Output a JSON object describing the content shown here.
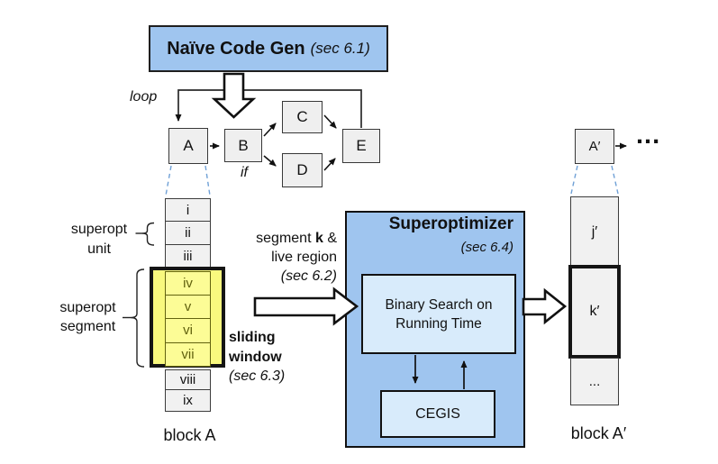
{
  "codegen": {
    "title": "Naïve Code Gen",
    "section": "(sec 6.1)"
  },
  "cfg": {
    "loop": "loop",
    "if": "if",
    "a": "A",
    "b": "B",
    "c": "C",
    "d": "D",
    "e": "E"
  },
  "block_a": {
    "label": "block A",
    "cell_i": "i",
    "cell_ii": "ii",
    "cell_iii": "iii",
    "cell_iv": "iv",
    "cell_v": "v",
    "cell_vi": "vi",
    "cell_vii": "vii",
    "cell_viii": "viii",
    "cell_ix": "ix",
    "unit_line1": "superopt",
    "unit_line2": "unit",
    "segment_line1": "superopt",
    "segment_line2": "segment"
  },
  "labels": {
    "segment_pre": "segment ",
    "segment_k": "k",
    "segment_post": " &",
    "live_region": "live region",
    "sec62": "(sec 6.2)",
    "sliding": "sliding",
    "window": "window",
    "sec63": "(sec 6.3)"
  },
  "superoptimizer": {
    "title": "Superoptimizer",
    "section": "(sec 6.4)",
    "binary_line1": "Binary Search on",
    "binary_line2": "Running Time",
    "cegis": "CEGIS"
  },
  "block_a_prime": {
    "label": "block A′",
    "top": "A′",
    "ellipsis_big": "...",
    "cell_j": "j′",
    "cell_k": "k′",
    "cell_more": "..."
  },
  "colors": {
    "box_blue": "#9FC5EF",
    "inner_blue": "#D8EBFB",
    "segment_yellow": "#F9F97E",
    "cell_gray": "#F1F1F1",
    "olive_text": "#61610e",
    "dashed_blue": "#6FA0D6"
  }
}
